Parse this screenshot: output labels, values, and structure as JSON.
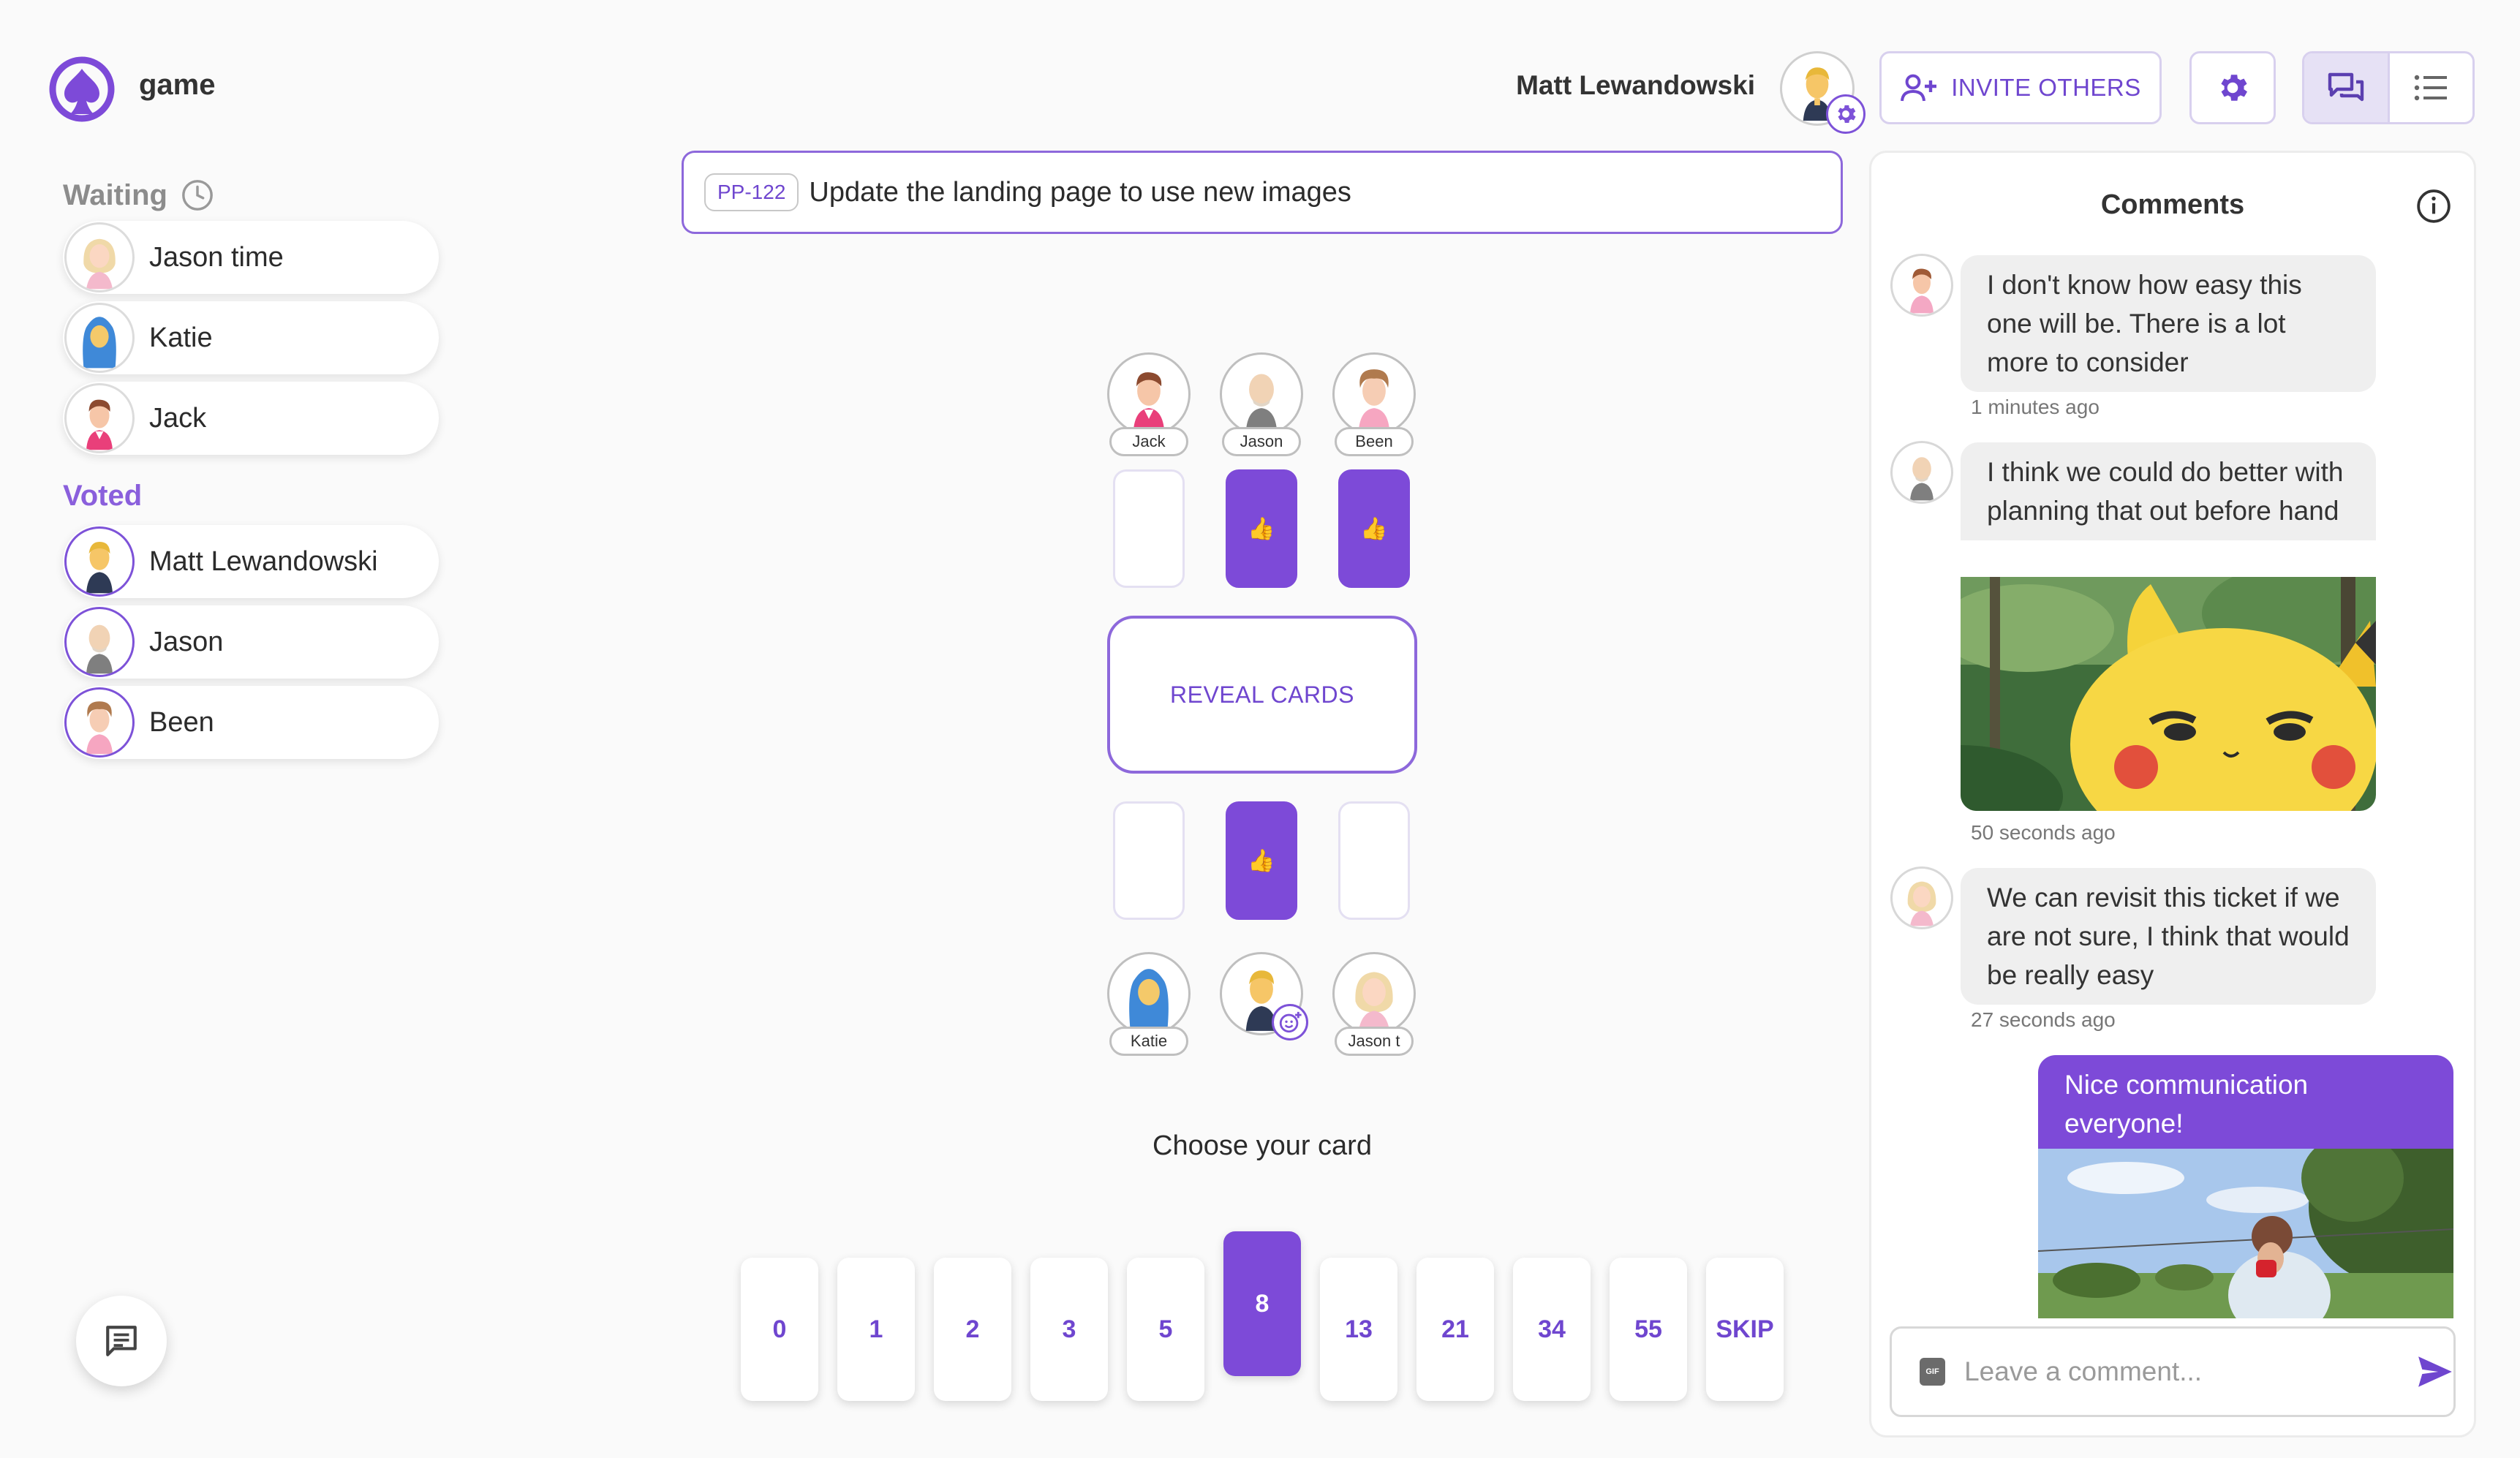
{
  "app": {
    "name": "game"
  },
  "header": {
    "user_name": "Matt Lewandowski",
    "invite_label": "INVITE OTHERS"
  },
  "left_panel": {
    "waiting_label": "Waiting",
    "voted_label": "Voted",
    "waiting": [
      {
        "name": "Jason time",
        "avatar": "blonde-woman"
      },
      {
        "name": "Katie",
        "avatar": "hijab-woman"
      },
      {
        "name": "Jack",
        "avatar": "brown-hair-man"
      }
    ],
    "voted": [
      {
        "name": "Matt Lewandowski",
        "avatar": "blonde-man"
      },
      {
        "name": "Jason",
        "avatar": "bald-man"
      },
      {
        "name": "Been",
        "avatar": "curly-man"
      }
    ]
  },
  "ticket": {
    "id": "PP-122",
    "title": "Update the landing page to use new images"
  },
  "table": {
    "top_seats": [
      {
        "name": "Jack",
        "played": false
      },
      {
        "name": "Jason",
        "played": true
      },
      {
        "name": "Been",
        "played": true
      }
    ],
    "bottom_seats": [
      {
        "name": "Katie",
        "played": false
      },
      {
        "name": "",
        "played": true
      },
      {
        "name": "Jason t",
        "played": false
      }
    ],
    "reveal_label": "REVEAL CARDS",
    "played_glyph": "👍"
  },
  "cards": {
    "prompt": "Choose your card",
    "values": [
      "0",
      "1",
      "2",
      "3",
      "5",
      "8",
      "13",
      "21",
      "34",
      "55",
      "SKIP"
    ],
    "selected": "8"
  },
  "comments": {
    "title": "Comments",
    "items": [
      {
        "text": "I don't know how easy this one will be. There is a lot more to consider",
        "time": "1 minutes ago"
      },
      {
        "text": "I think we could do better with planning that out before hand",
        "time": "50 seconds ago",
        "image": "pikachu-gif"
      },
      {
        "text": "We can revisit this ticket if we are not sure, I think that would be really easy",
        "time": "27 seconds ago"
      },
      {
        "text": "Nice communication everyone!",
        "mine": true,
        "image": "outdoor-photo"
      }
    ],
    "input_placeholder": "Leave a comment...",
    "gif_label": "GIF"
  },
  "colors": {
    "accent": "#7d4ad8",
    "accent_text": "#6f46cf",
    "voted_label": "#8a5fdc"
  }
}
